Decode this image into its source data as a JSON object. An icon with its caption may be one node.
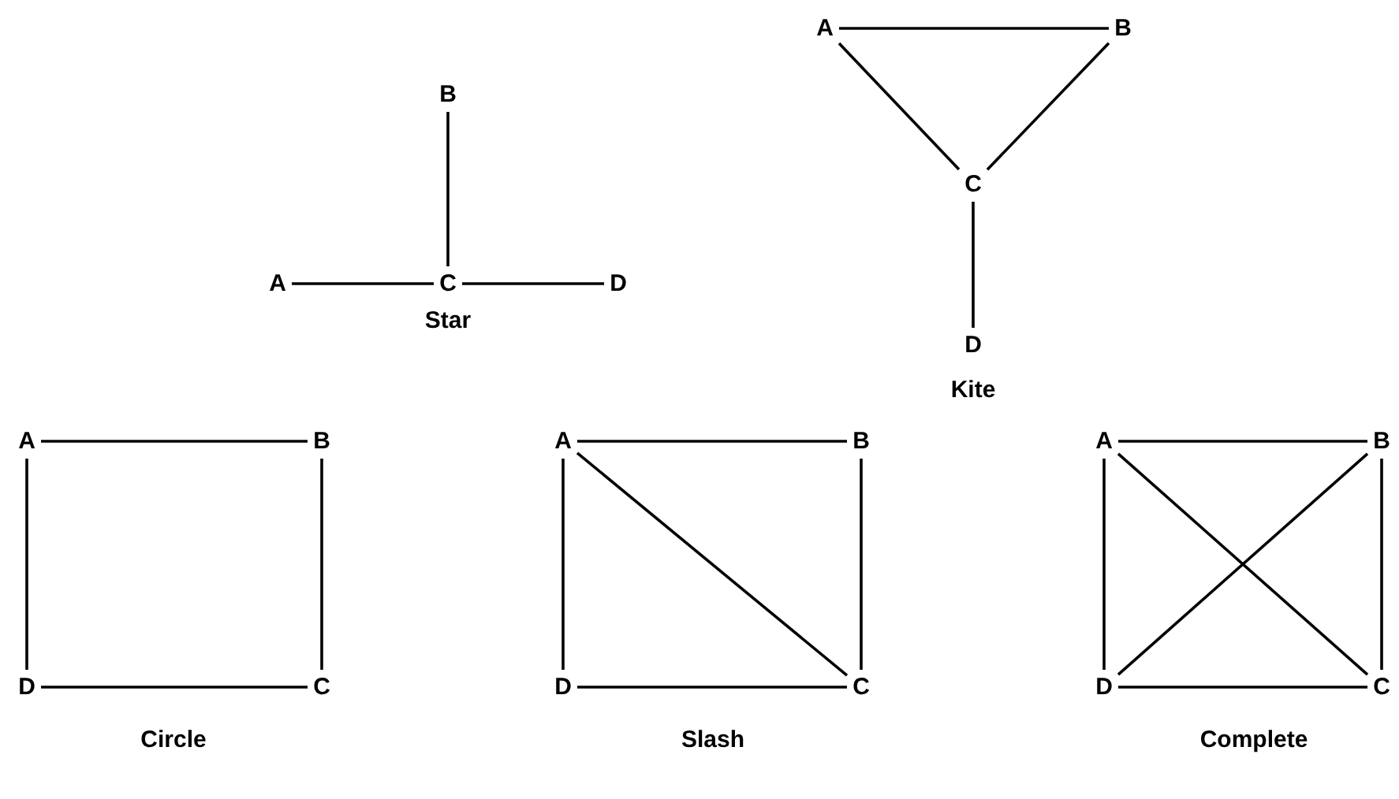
{
  "diagram": {
    "nodes": [
      {
        "text": [
          "B"
        ]
      },
      {
        "text": [
          "A"
        ]
      },
      {
        "text": [
          "C"
        ]
      },
      {
        "text": [
          "D"
        ]
      },
      {
        "text": [
          "A"
        ]
      },
      {
        "text": [
          "B"
        ]
      },
      {
        "text": [
          "C"
        ]
      },
      {
        "text": [
          "D"
        ]
      },
      {
        "text": [
          "A"
        ]
      },
      {
        "text": [
          "B"
        ]
      },
      {
        "text": [
          "D"
        ]
      },
      {
        "text": [
          "C"
        ]
      },
      {
        "text": [
          "A"
        ]
      },
      {
        "text": [
          "B"
        ]
      },
      {
        "text": [
          "D"
        ]
      },
      {
        "text": [
          "C"
        ]
      },
      {
        "text": [
          "A"
        ]
      },
      {
        "text": [
          "B"
        ]
      },
      {
        "text": [
          "D"
        ]
      },
      {
        "text": [
          "C"
        ]
      }
    ],
    "edges": [
      {
        "from": 1,
        "to": 2,
        "arrow": "none"
      },
      {
        "from": 2,
        "to": 3,
        "arrow": "none"
      },
      {
        "from": 0,
        "to": 2,
        "arrow": "none"
      },
      {
        "from": 4,
        "to": 5,
        "arrow": "none"
      },
      {
        "from": 4,
        "to": 6,
        "arrow": "none"
      },
      {
        "from": 5,
        "to": 6,
        "arrow": "none"
      },
      {
        "from": 6,
        "to": 7,
        "arrow": "none"
      },
      {
        "from": 8,
        "to": 9,
        "arrow": "none"
      },
      {
        "from": 9,
        "to": 11,
        "arrow": "none"
      },
      {
        "from": 10,
        "to": 11,
        "arrow": "none"
      },
      {
        "from": 8,
        "to": 10,
        "arrow": "none"
      },
      {
        "from": 12,
        "to": 13,
        "arrow": "none"
      },
      {
        "from": 13,
        "to": 15,
        "arrow": "none"
      },
      {
        "from": 14,
        "to": 15,
        "arrow": "none"
      },
      {
        "from": 12,
        "to": 14,
        "arrow": "none"
      },
      {
        "from": 12,
        "to": 15,
        "arrow": "none"
      },
      {
        "from": 16,
        "to": 17,
        "arrow": "none"
      },
      {
        "from": 17,
        "to": 19,
        "arrow": "none"
      },
      {
        "from": 18,
        "to": 19,
        "arrow": "none"
      },
      {
        "from": 16,
        "to": 18,
        "arrow": "none"
      },
      {
        "from": 16,
        "to": 19,
        "arrow": "none"
      },
      {
        "from": 17,
        "to": 18,
        "arrow": "none"
      }
    ],
    "labels": [
      "Star",
      "Kite",
      "Circle",
      "Slash",
      "Complete"
    ]
  }
}
